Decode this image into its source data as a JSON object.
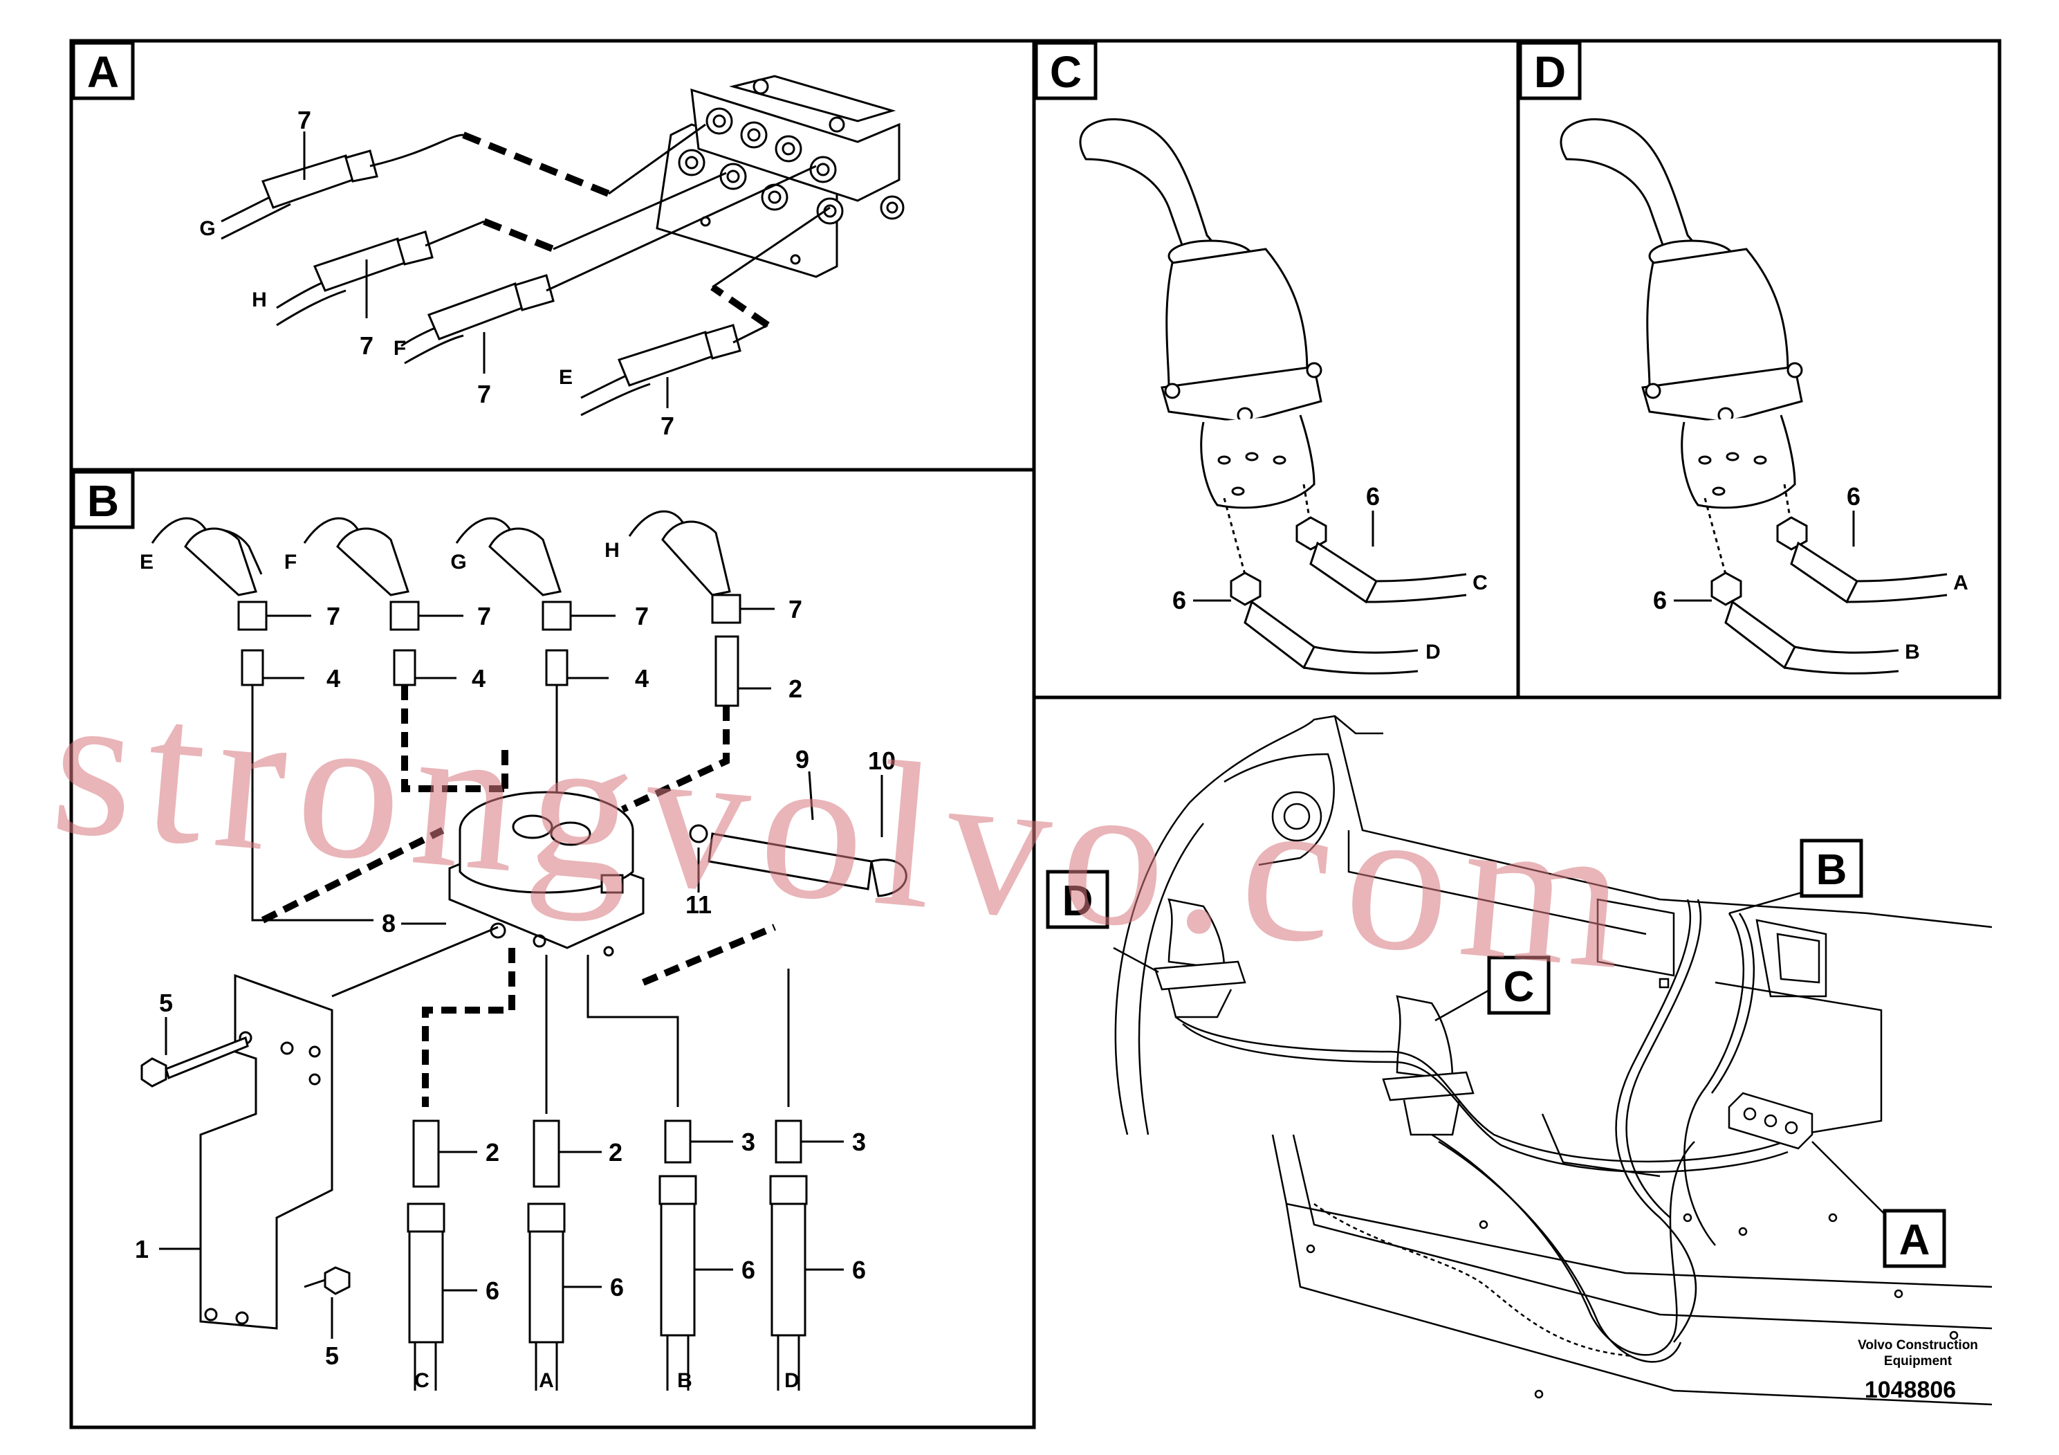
{
  "panels": {
    "A": {
      "tag": "A"
    },
    "B": {
      "tag": "B"
    },
    "C": {
      "tag": "C"
    },
    "D": {
      "tag": "D"
    }
  },
  "labels": {
    "A": {
      "part7": "7",
      "hoseG": "G",
      "hoseH": "H",
      "hoseF": "F",
      "hoseE": "E"
    },
    "B": {
      "hoseE": "E",
      "hoseF": "F",
      "hoseG": "G",
      "hoseH": "H",
      "part7": "7",
      "part4": "4",
      "part2": "2",
      "part3": "3",
      "part6": "6",
      "part5": "5",
      "part1": "1",
      "part8": "8",
      "part9": "9",
      "part10": "10",
      "part11": "11",
      "portC": "C",
      "portA": "A",
      "portB": "B",
      "portD": "D"
    },
    "C": {
      "part6": "6",
      "hoseC": "C",
      "hoseD": "D"
    },
    "D": {
      "part6": "6",
      "hoseA": "A",
      "hoseB": "B"
    }
  },
  "overview_callouts": {
    "D": "D",
    "C": "C",
    "B": "B",
    "A": "A"
  },
  "watermark": "strongvolvo.com",
  "footer": {
    "manufacturer_line1": "Volvo Construction",
    "manufacturer_line2": "Equipment",
    "doc_number": "1048806"
  }
}
